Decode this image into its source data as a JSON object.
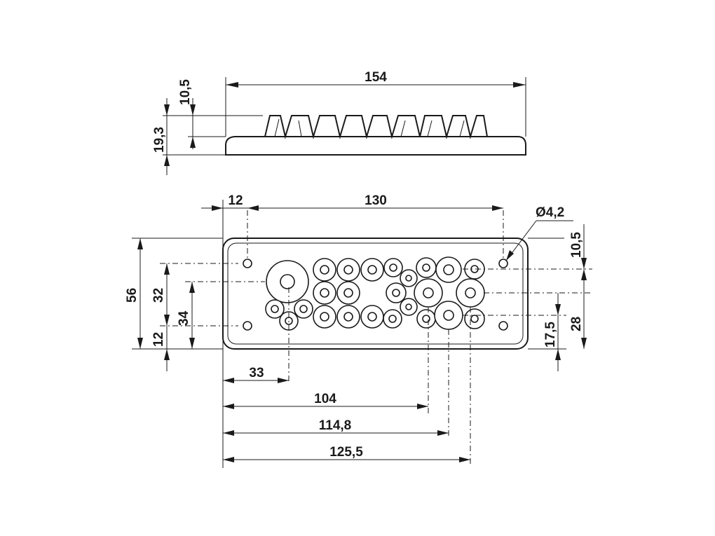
{
  "dimensions": {
    "side_width": "154",
    "side_top_height": "10,5",
    "side_total_height": "19,3",
    "top_offset": "12",
    "hole_spacing": "130",
    "hole_diameter": "Ø4,2",
    "hole_edge": "10,5",
    "height_total": "56",
    "height_a": "32",
    "height_b": "34",
    "height_c": "12",
    "right_a": "17,5",
    "right_b": "28",
    "bottom_a": "33",
    "bottom_b": "104",
    "bottom_c": "114,8",
    "bottom_d": "125,5"
  }
}
